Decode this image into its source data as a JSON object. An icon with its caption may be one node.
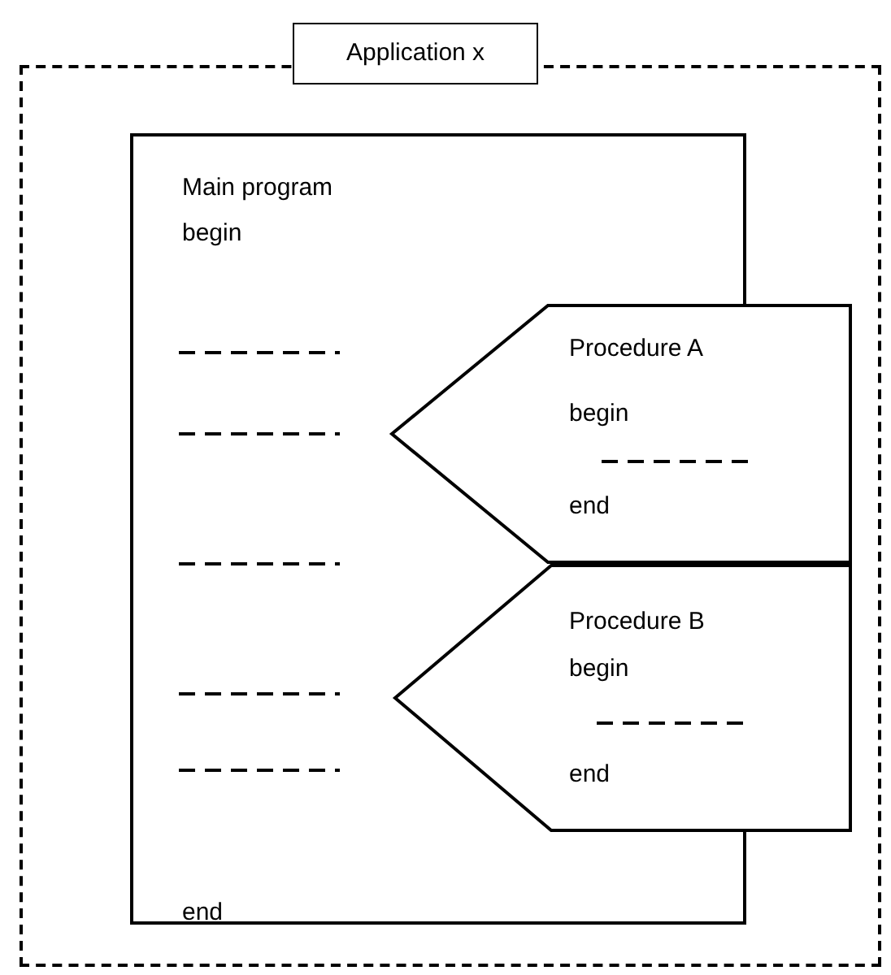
{
  "diagram": {
    "nodes": [
      {
        "text": [
          "Application x"
        ]
      },
      {
        "text": [
          "Main program",
          "begin",
          "end"
        ],
        "in": 0
      },
      {
        "text": [
          "Procedure A",
          "begin",
          "end"
        ],
        "in": 0
      },
      {
        "text": [
          "Procedure B",
          "begin",
          "end"
        ],
        "in": 0
      }
    ],
    "edges": []
  }
}
